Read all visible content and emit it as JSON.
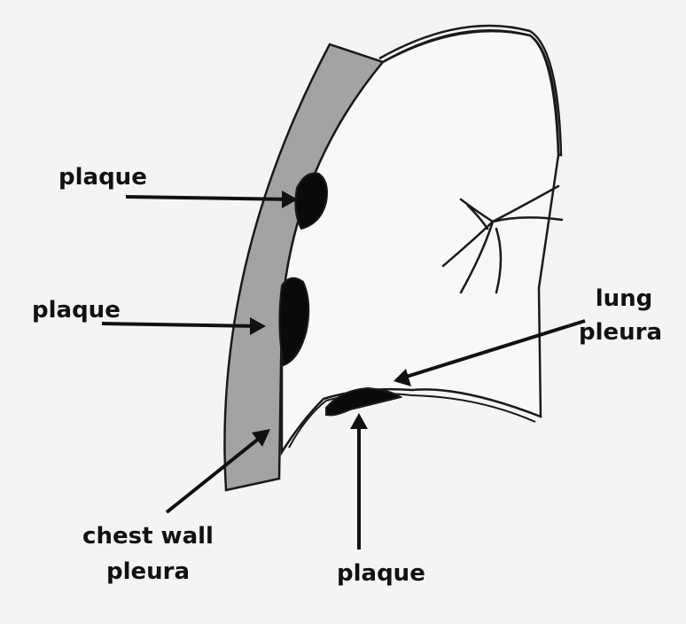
{
  "labels": {
    "plaque_upper": "plaque",
    "plaque_middle": "plaque",
    "plaque_bottom": "plaque",
    "lung_pleura_line1": "lung",
    "lung_pleura_line2": "pleura",
    "chest_wall_pleura_line1": "chest wall",
    "chest_wall_pleura_line2": "pleura"
  },
  "colors": {
    "background": "#f4f4f4",
    "chest_wall": "#a3a3a3",
    "plaque": "#0a0a0a",
    "outline": "#1a1a1a",
    "lung": "#f8f8f8"
  }
}
